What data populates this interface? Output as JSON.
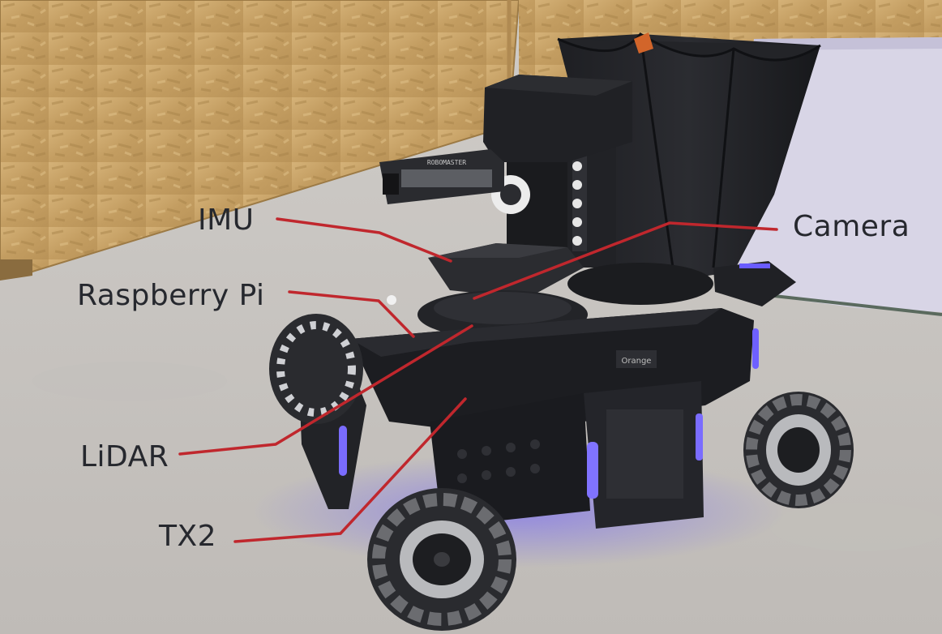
{
  "figure": {
    "labels": {
      "imu": "IMU",
      "raspberry_pi": "Raspberry Pi",
      "lidar": "LiDAR",
      "tx2": "TX2",
      "camera": "Camera"
    },
    "device_text": {
      "gimbal_brand": "ROBOMASTER",
      "battery_tag": "Orange"
    },
    "colors": {
      "leader_line": "#c0272d",
      "label_text": "#26282e",
      "led_glow": "#5a46ff",
      "robot_body": "#1c1d21",
      "floor": "#c9c6c3",
      "osb_wall": "#c9a468"
    }
  }
}
